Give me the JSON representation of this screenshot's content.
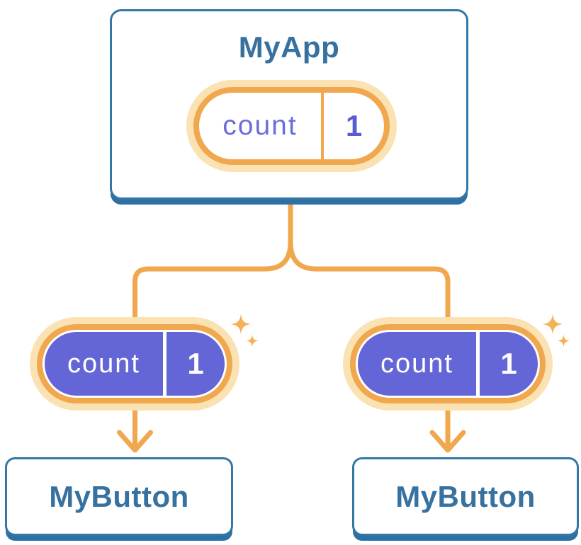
{
  "diagram": {
    "root_card": {
      "title": "MyApp",
      "state": {
        "label": "count",
        "value": "1"
      }
    },
    "child_cards": [
      {
        "title": "MyButton",
        "state": {
          "label": "count",
          "value": "1"
        }
      },
      {
        "title": "MyButton",
        "state": {
          "label": "count",
          "value": "1"
        }
      }
    ],
    "icons": [
      "sparkle-icon",
      "arrow-down-icon",
      "tree-connector"
    ],
    "colors": {
      "background": "#FFFFFF",
      "card_border": "#3377A6",
      "card_shadow_bar": "#2D70A2",
      "card_title_text": "#36719F",
      "connector_orange": "#F0A74E",
      "pill_glow_cream": "#FBE2B3",
      "pill_fill_purple": "#6466D8",
      "pill_label_purple": "#6A6EDC",
      "pill_value_purple": "#575CD3",
      "sparkle_orange": "#F5B155"
    }
  }
}
